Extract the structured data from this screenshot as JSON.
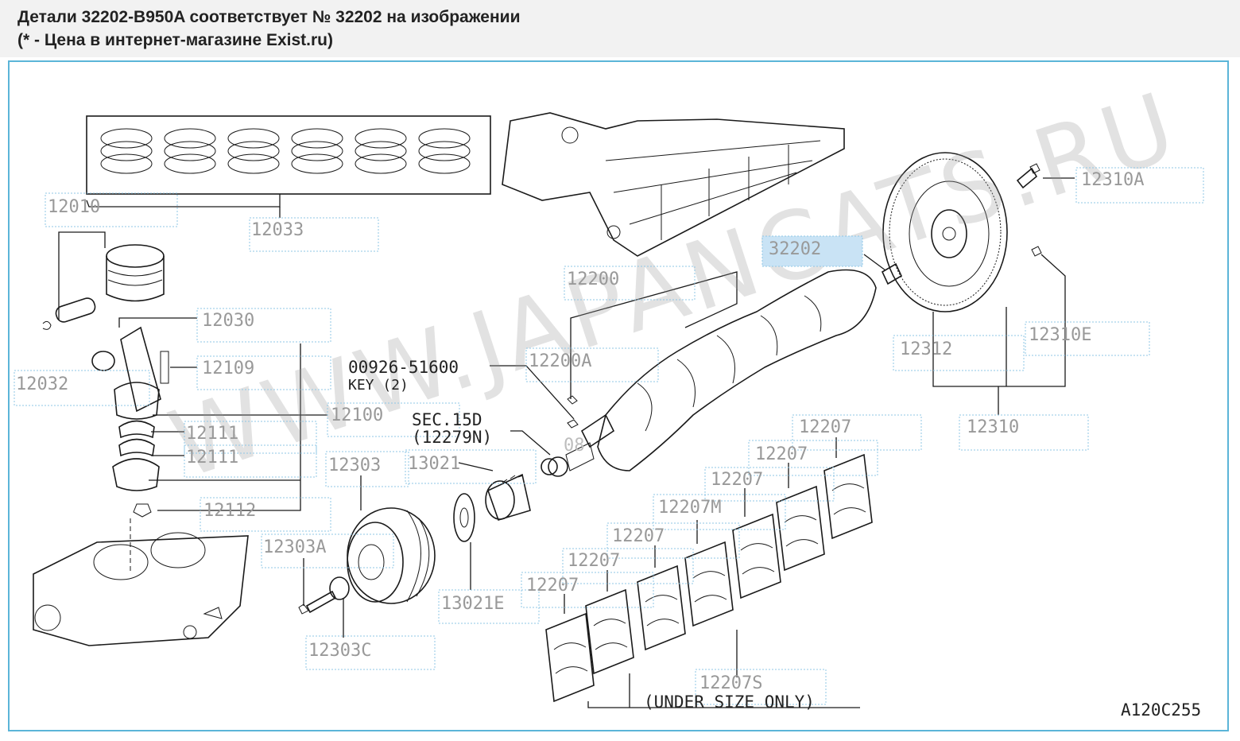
{
  "header": {
    "title_line": "Детали 32202-B950A соответствует № 32202 на изображении",
    "subtitle_line": "(* - Цена в интернет-магазине Exist.ru)"
  },
  "diagram": {
    "watermark": "WWW.JAPANCATS.RU",
    "figure_code": "A120C255",
    "highlighted_part": "32202",
    "labels": {
      "p12010": "12010",
      "p12033": "12033",
      "p12030": "12030",
      "p12109": "12109",
      "p12032": "12032",
      "p12100": "12100",
      "p12111a": "12111",
      "p12111b": "12111",
      "p12112": "12112",
      "p12303": "12303",
      "p12303a": "12303A",
      "p12303c": "12303C",
      "p13021": "13021",
      "p13021e": "13021E",
      "p12200": "12200",
      "p12200a": "12200A",
      "p32202": "32202",
      "p12310a": "12310A",
      "p12310e": "12310E",
      "p12312": "12312",
      "p12310": "12310",
      "p12207_1": "12207",
      "p12207_2": "12207",
      "p12207_3": "12207",
      "p12207m": "12207M",
      "p12207_4": "12207",
      "p12207_5": "12207",
      "p12207_6": "12207",
      "p12207s": "12207S"
    },
    "static_text": {
      "key_code": "00926-51600",
      "key_note": "KEY (2)",
      "sec_ref": "SEC.15D",
      "sec_code": "(12279N)",
      "under_size": "(UNDER SIZE ONLY)",
      "ghost_code": "08"
    }
  }
}
